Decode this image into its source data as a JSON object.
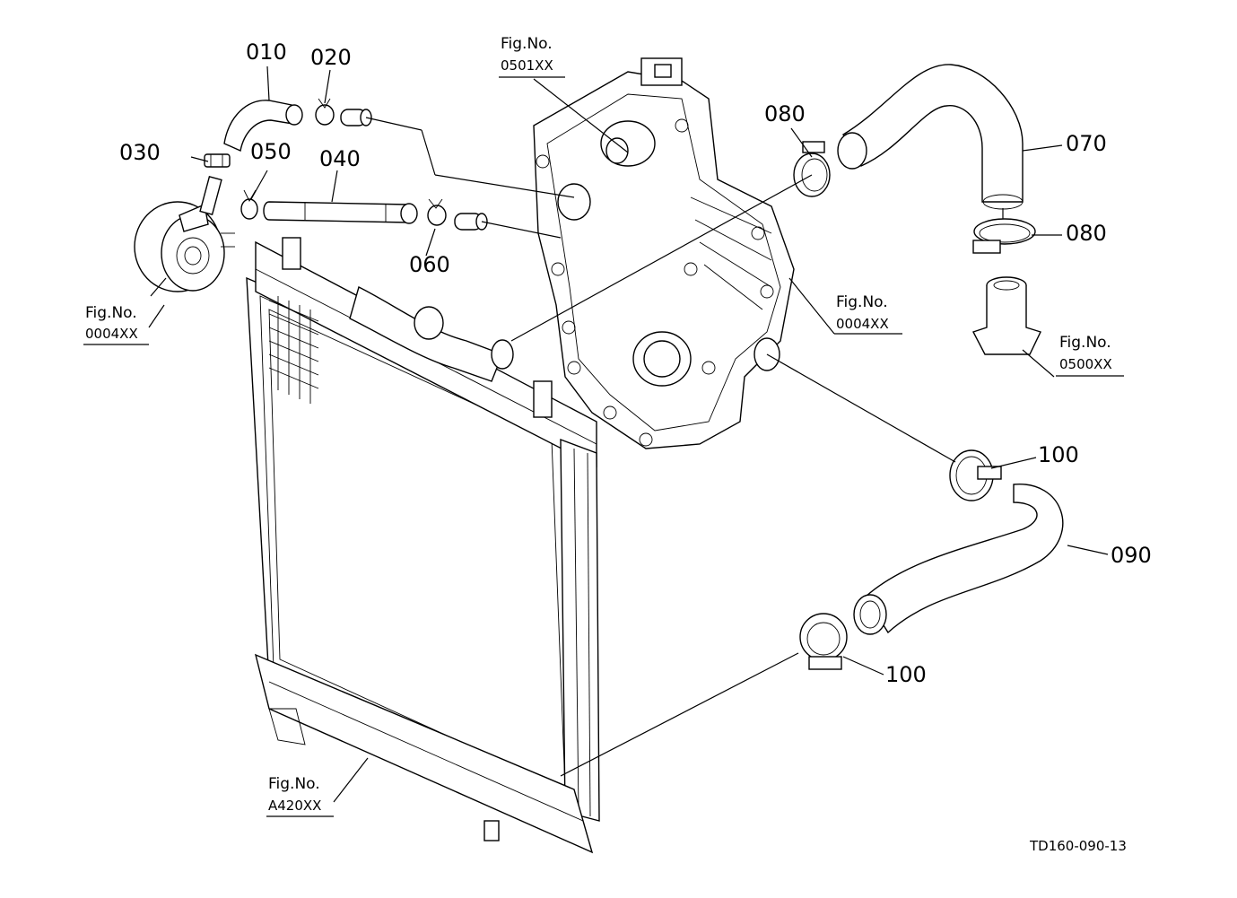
{
  "parts": {
    "p010": "010",
    "p020": "020",
    "p030": "030",
    "p040": "040",
    "p050": "050",
    "p060": "060",
    "p070": "070",
    "p080a": "080",
    "p080b": "080",
    "p090": "090",
    "p100a": "100",
    "p100b": "100"
  },
  "figrefs": {
    "oilcooler": {
      "title": "Fig.No.",
      "code": "0004XX"
    },
    "gearcase_top": {
      "title": "Fig.No.",
      "code": "0501XX"
    },
    "gearcase_right": {
      "title": "Fig.No.",
      "code": "0004XX"
    },
    "thermostat": {
      "title": "Fig.No.",
      "code": "0500XX"
    },
    "radiator": {
      "title": "Fig.No.",
      "code": "A420XX"
    }
  },
  "drawing_code": "TD160-090-13"
}
